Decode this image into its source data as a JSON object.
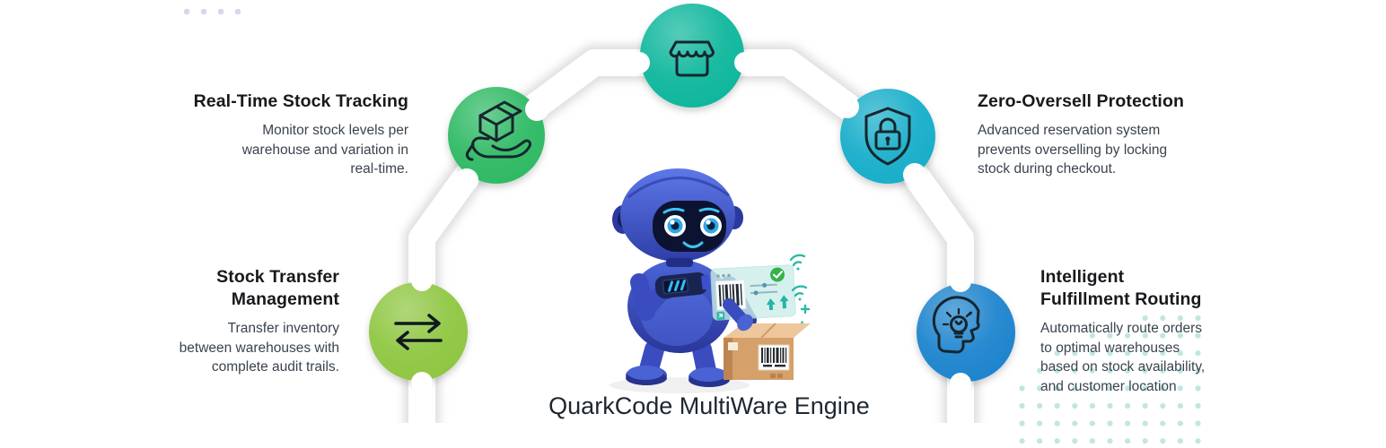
{
  "title": "QuarkCode MultiWare Engine",
  "hub_illustration": "robot-with-barcode-scanner-and-box",
  "features": {
    "store": {
      "icon": "storefront-icon",
      "color": "#0db69c"
    },
    "stock_tracking": {
      "heading": "Real-Time Stock Tracking",
      "body": "Monitor stock levels per\nwarehouse and variation in\nreal-time.",
      "icon": "hand-box-icon",
      "color": "#2db964"
    },
    "oversell": {
      "heading": "Zero-Oversell Protection",
      "body": "Advanced reservation system\nprevents overselling by locking\nstock during checkout.",
      "icon": "shield-lock-icon",
      "color": "#18adc9"
    },
    "transfer": {
      "heading": "Stock Transfer\nManagement",
      "body": "Transfer inventory\nbetween warehouses with\ncomplete audit trails.",
      "icon": "transfer-arrows-icon",
      "color": "#8ec63f"
    },
    "routing": {
      "heading": "Intelligent\nFulfillment Routing",
      "body": "Automatically route orders\nto optimal warehouses\nbased on stock availability,\nand customer location",
      "icon": "head-bulb-icon",
      "color": "#1a83cd"
    }
  },
  "decor": {
    "lavender_dot_color": "#d9d6ec",
    "teal_dot_color": "#c0e7e1",
    "band_shadow_color": "#bcbcbc"
  }
}
